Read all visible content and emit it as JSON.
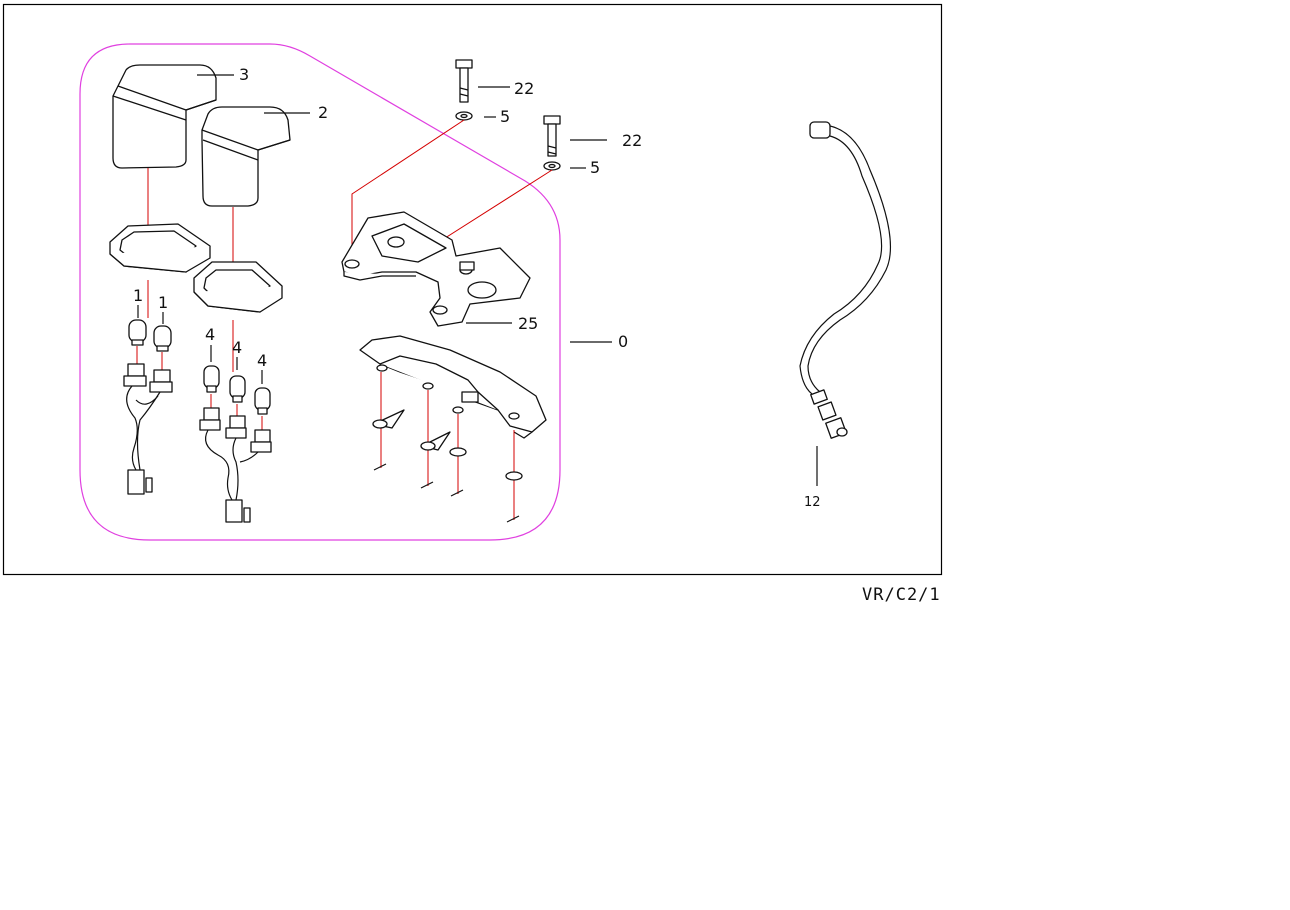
{
  "reference_code": "VR/C2/1",
  "callouts": {
    "p3": "3",
    "p2": "2",
    "p1a": "1",
    "p1b": "1",
    "p4a": "4",
    "p4b": "4",
    "p4c": "4",
    "p22a": "22",
    "p5a": "5",
    "p22b": "22",
    "p5b": "5",
    "p25": "25",
    "p0": "0",
    "p12": "12"
  },
  "colors": {
    "frame": "#000000",
    "assembly_outline": "#e040e0",
    "exploded_lines": "#d40000",
    "line_art": "#111111"
  }
}
